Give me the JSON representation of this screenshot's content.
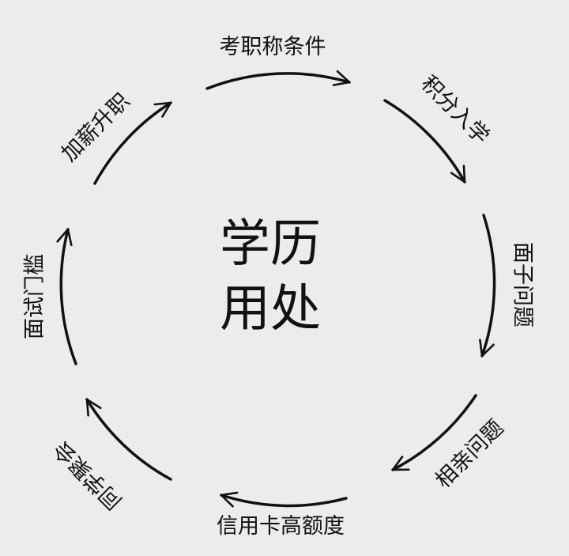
{
  "center": {
    "line1": "学历",
    "line2": "用处"
  },
  "labels": {
    "top": "考职称条件",
    "top_right": "积分入学",
    "right": "面子问题",
    "bottom_right": "相亲问题",
    "bottom": "信用卡高额度",
    "bottom_left": "同学聚会",
    "left": "面试门槛",
    "top_left": "加薪升职"
  }
}
